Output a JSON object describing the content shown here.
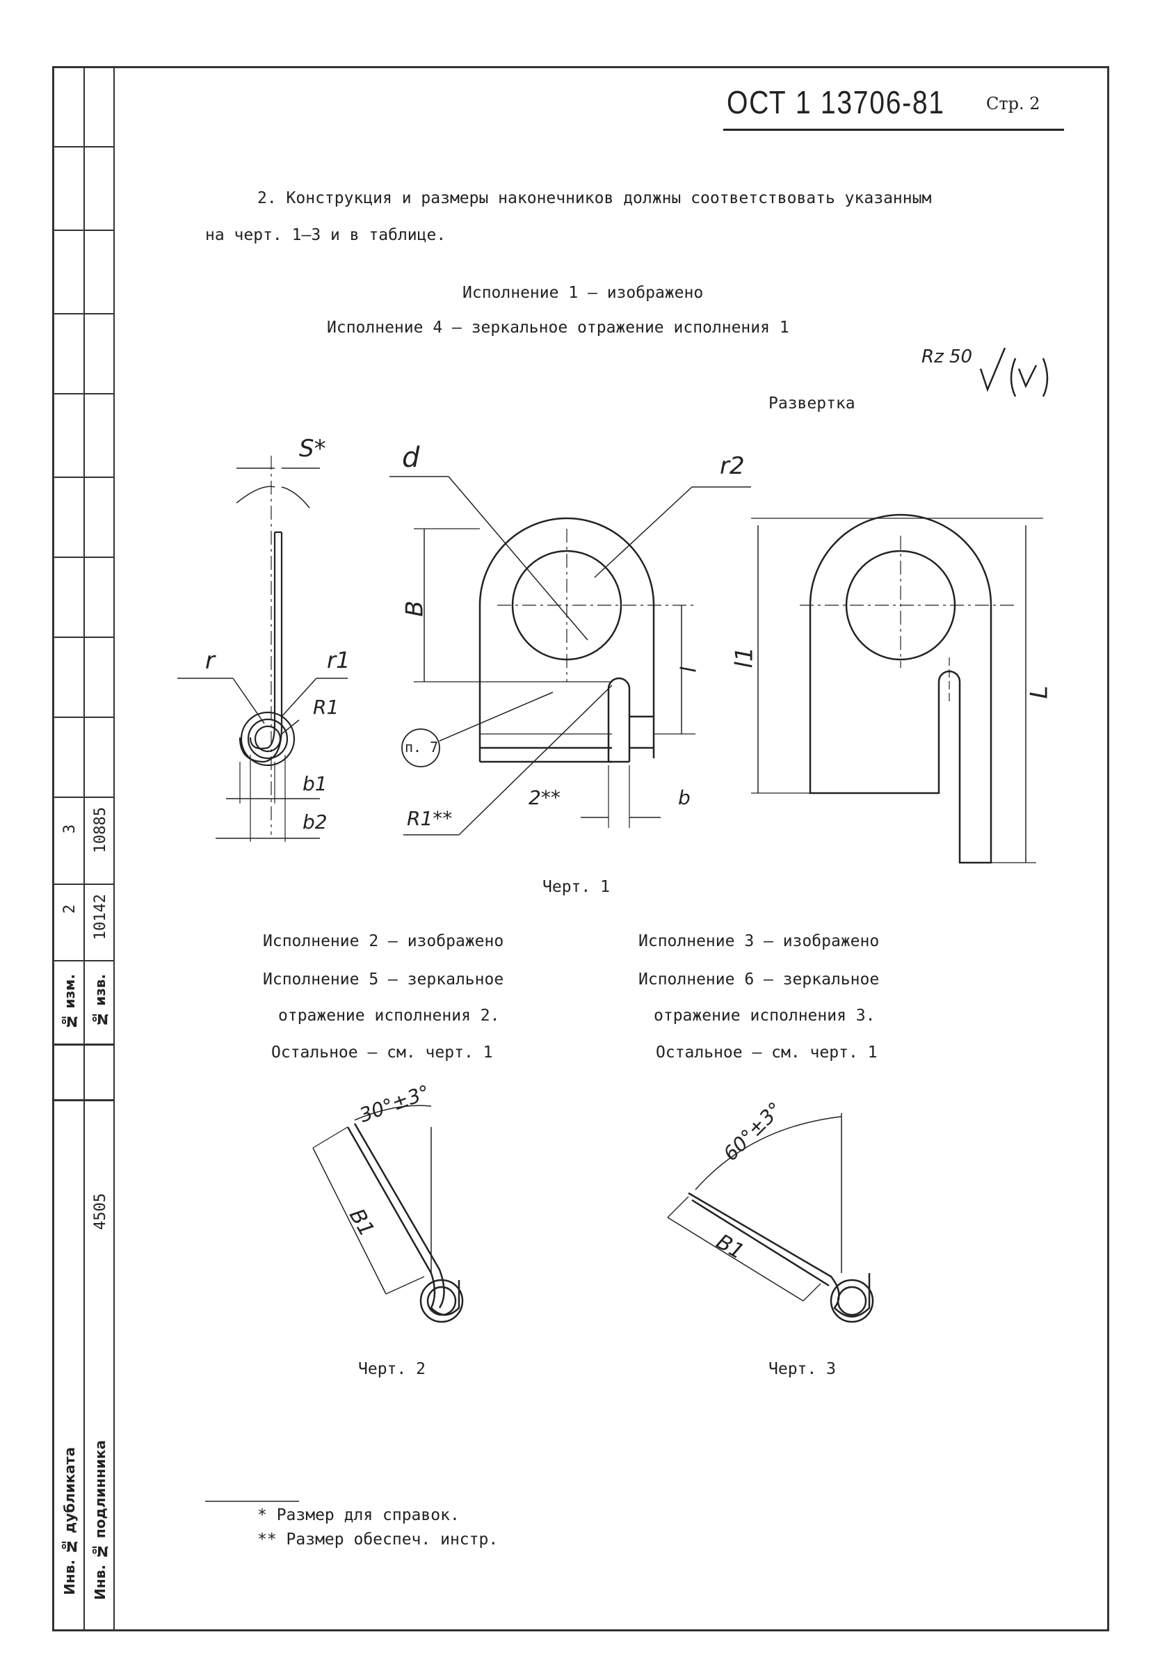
{
  "header": {
    "doc_code": "ОСТ 1 13706-81",
    "page_label": "Стр. 2"
  },
  "body": {
    "para_line1": "2. Конструкция и размеры наконечников должны соответствовать указанным",
    "para_line2": "на черт. 1–3 и в таблице.",
    "exec1": "Исполнение 1 – изображено",
    "exec4": "Исполнение 4 – зеркальное отражение исполнения 1",
    "roughness": "Rz 50",
    "razvertka": "Развертка",
    "fig1_caption": "Черт. 1",
    "exec2_l1": "Исполнение 2 – изображено",
    "exec2_l2": "Исполнение 5 – зеркальное",
    "exec2_l3": "отражение исполнения 2.",
    "exec2_l4": "Остальное – см. черт. 1",
    "exec3_l1": "Исполнение 3 – изображено",
    "exec3_l2": "Исполнение 6 – зеркальное",
    "exec3_l3": "отражение исполнения 3.",
    "exec3_l4": "Остальное – см. черт. 1",
    "fig2_caption": "Черт. 2",
    "fig3_caption": "Черт. 3",
    "angle2": "30°±3°",
    "angle3": "60°±3°",
    "footnote1": "* Размер для справок.",
    "footnote2": "** Размер обеспеч. инстр."
  },
  "dims": {
    "s": "S*",
    "d": "d",
    "r2": "r2",
    "B": "B",
    "l": "l",
    "L": "L",
    "l1": "l1",
    "r": "r",
    "r1": "r1",
    "R1": "R1",
    "R1ss": "R1**",
    "b1": "b1",
    "b2": "b2",
    "two": "2**",
    "b": "b",
    "p7": "п. 7",
    "B1": "B1"
  },
  "margin_table": {
    "col_izm": "№ изм.",
    "col_izv": "№ изв.",
    "izm_values": [
      "2",
      "3"
    ],
    "izv_values": [
      "10142",
      "10885"
    ],
    "inv_dubl": "Инв. № дубликата",
    "inv_podl": "Инв. № подлинника",
    "inv_podl_value": "4505"
  }
}
